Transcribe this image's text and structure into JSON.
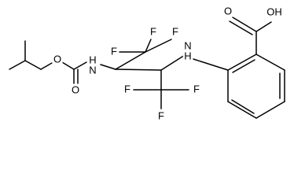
{
  "molecule": {
    "atoms": {
      "oh": "OH",
      "o_carboxyl": "O",
      "nh_aryl": "N",
      "h_aryl": "H",
      "f1": "F",
      "f2": "F",
      "f3": "F",
      "f4": "F",
      "f5": "F",
      "f6": "F",
      "o_ester": "O",
      "o_carbonyl": "O",
      "nh_carbamate": "N",
      "h_carbamate": "H"
    }
  }
}
